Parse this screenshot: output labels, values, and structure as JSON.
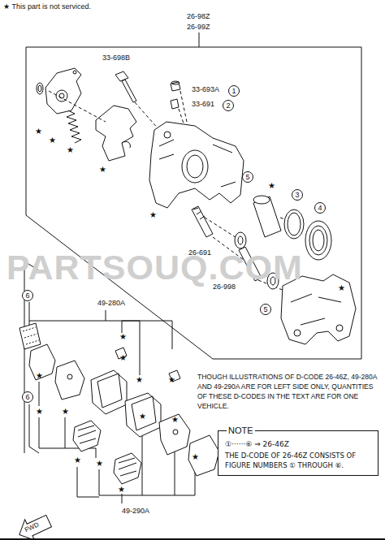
{
  "diagram": {
    "nodes": [
      {
        "text": [
          "1"
        ]
      },
      {
        "text": [
          "2"
        ]
      },
      {
        "text": [
          "5"
        ]
      },
      {
        "text": [
          "3"
        ]
      },
      {
        "text": [
          "4"
        ]
      },
      {
        "text": [
          "6"
        ]
      },
      {
        "text": [
          "5"
        ]
      },
      {
        "text": [
          "6"
        ]
      },
      {
        "text": [
          "NOTE",
          "①······⑥ ⇒ 26-46Z",
          "THE D-CODE OF 26-46Z CONSISTS OF FIGURE NUMBERS ① THROUGH ⑥."
        ]
      }
    ],
    "edges": [],
    "labels": [
      "★ This part is not serviced.",
      "26-98Z",
      "26-99Z",
      "33-698B",
      "33-693A",
      "33-691",
      "26-691",
      "26-998",
      "PARTSOUQ.COM",
      "49-280A",
      "49-290A",
      "THOUGH ILLUSTRATIONS OF D-CODE 26-46Z, 49-280A AND 49-290A ARE FOR LEFT SIDE ONLY, QUANTITIES OF THESE D-CODES IN THE TEXT ARE FOR ONE VEHICLE.",
      "FWD",
      "★",
      "★",
      "★",
      "★",
      "★",
      "★",
      "★",
      "★",
      "★",
      "★",
      "★",
      "★",
      "★",
      "★",
      "★",
      "★",
      "★",
      "★",
      "★",
      "★"
    ]
  }
}
